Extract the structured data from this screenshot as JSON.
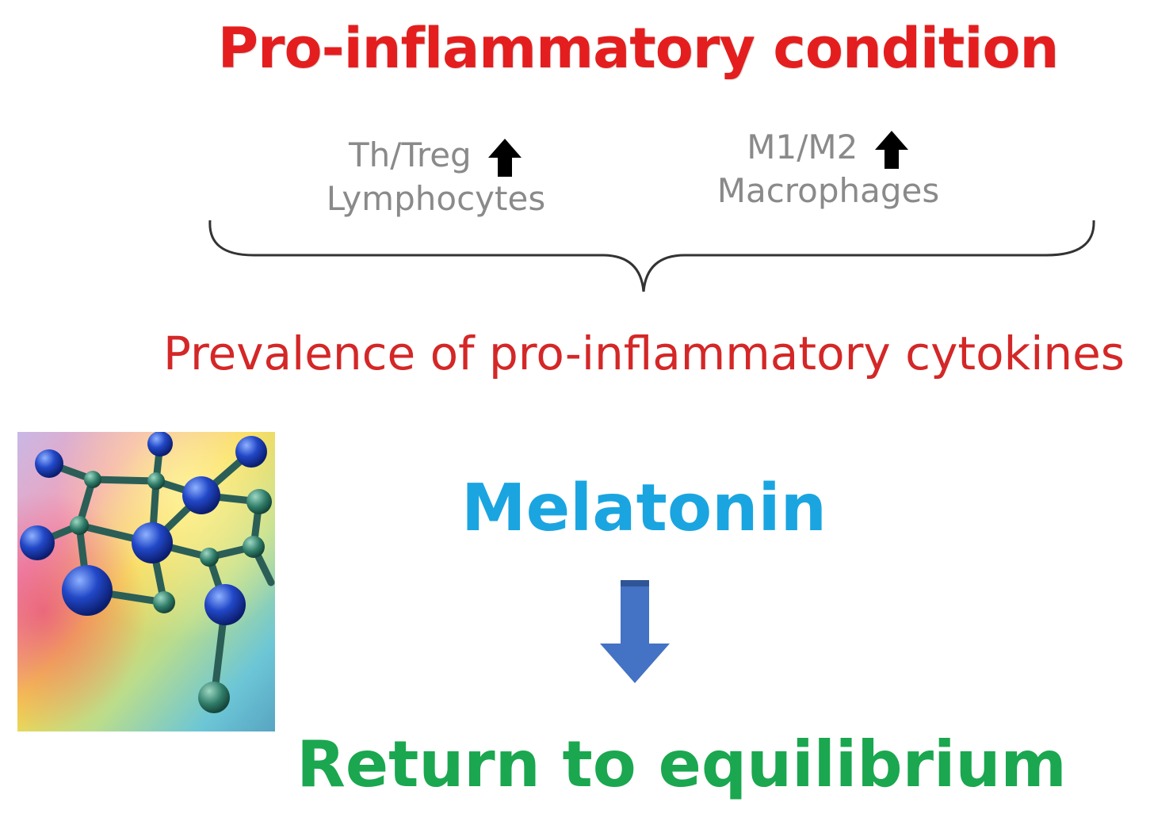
{
  "title": "Pro-inflammatory condition",
  "left_cell": {
    "ratio": "Th/Treg",
    "cells": "Lymphocytes",
    "trend_icon": "up-arrow-icon"
  },
  "right_cell": {
    "ratio": "M1/M2",
    "cells": "Macrophages",
    "trend_icon": "up-arrow-icon"
  },
  "consequence": "Prevalence of pro-inflammatory cytokines",
  "treatment": "Melatonin",
  "outcome": "Return to equilibrium",
  "colors": {
    "title": "#e41e1e",
    "cell_text": "#8a8a8a",
    "consequence": "#d42727",
    "treatment": "#1aa5e0",
    "outcome": "#1aa74f",
    "down_arrow": "#4472c4",
    "brace": "#333333"
  }
}
